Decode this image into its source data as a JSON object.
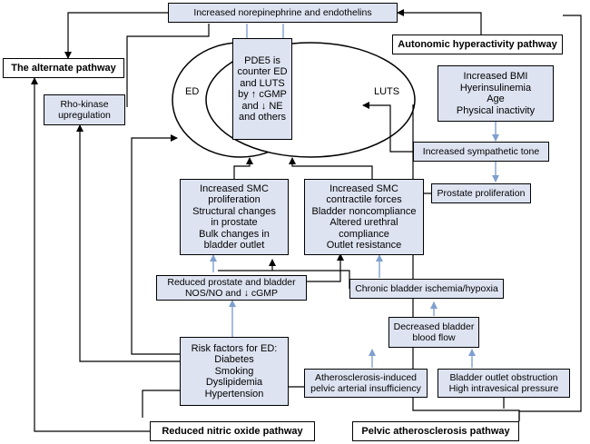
{
  "nodes": {
    "norepinephrine": "Increased norepinephrine and endothelins",
    "autonomic_pathway": "Autonomic hyperactivity pathway",
    "alternate_pathway": "The alternate pathway",
    "rho_kinase": [
      "Rho-kinase",
      "upregulation"
    ],
    "ed_label": "ED",
    "luts_label": "LUTS",
    "pde5": [
      "PDE5 is",
      "counter ED",
      "and LUTS",
      "by ↑ cGMP",
      "and ↓ NE",
      "and others"
    ],
    "risk_bmi": [
      "Increased BMI",
      "Hyerinsulinemia",
      "Age",
      "Physical inactivity"
    ],
    "sympathetic_tone": "Increased sympathetic tone",
    "prostate_proliferation": "Prostate proliferation",
    "smc_proliferation": [
      "Increased SMC",
      "proliferation",
      "Structural changes",
      "in prostate",
      "Bulk changes in",
      "bladder outlet"
    ],
    "smc_contractile": [
      "Increased SMC",
      "contractile forces",
      "Bladder noncompliance",
      "Altered urethral",
      "compliance",
      "Outlet resistance"
    ],
    "reduced_nos": [
      "Reduced prostate and bladder",
      "NOS/NO and ↓ cGMP"
    ],
    "ischemia": "Chronic bladder ischemia/hypoxia",
    "decreased_flow": [
      "Decreased bladder",
      "blood flow"
    ],
    "risk_ed": [
      "Risk factors for ED:",
      "Diabetes",
      "Smoking",
      "Dyslipidemia",
      "Hypertension"
    ],
    "atherosclerosis": [
      "Atherosclerosis-induced",
      "pelvic arterial insufficiency"
    ],
    "outlet_obstruction": [
      "Bladder outlet obstruction",
      "High intravesical pressure"
    ],
    "nitric_pathway": "Reduced nitric oxide pathway",
    "pelvic_pathway": "Pelvic atherosclerosis pathway"
  },
  "colors": {
    "box_fill": "#dde3f1",
    "blue_arrow": "#7f9fcf",
    "black_arrow": "#000000"
  }
}
